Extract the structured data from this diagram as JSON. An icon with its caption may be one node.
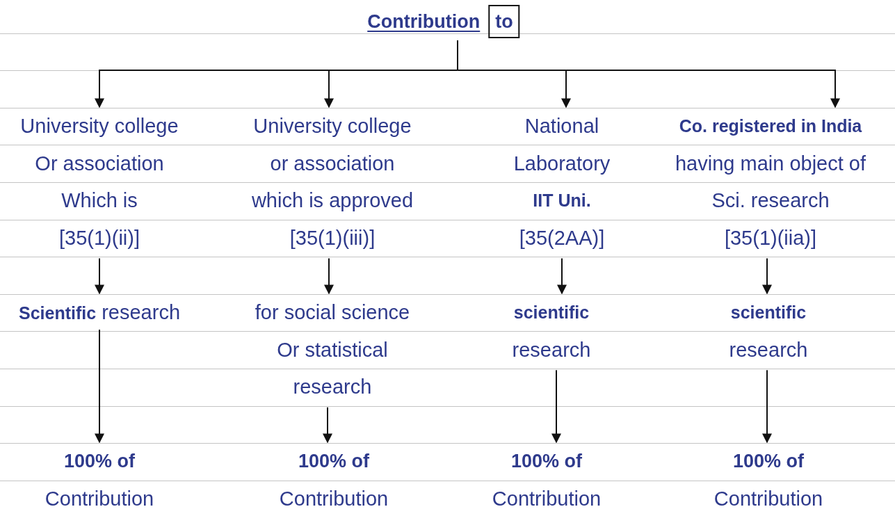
{
  "diagram": {
    "nodes": [
      {
        "text": [
          "Contribution",
          "to"
        ]
      },
      {
        "text": [
          "University college",
          "Or association",
          "Which is",
          "[35(1)(ii)]"
        ]
      },
      {
        "text": [
          "University college",
          "or association",
          "which is approved",
          "[35(1)(iii)]"
        ]
      },
      {
        "text": [
          "National",
          "Laboratory",
          "IIT Uni.",
          "[35(2AA)]"
        ]
      },
      {
        "text": [
          "Co. registered in India",
          "having main object of",
          "Sci. research",
          "[35(1)(iia)]"
        ]
      },
      {
        "text": [
          "**Scientific** research"
        ]
      },
      {
        "text": [
          "for social science",
          "Or statistical",
          "research"
        ]
      },
      {
        "text": [
          "scientific",
          "research"
        ]
      },
      {
        "text": [
          "scientific",
          "research"
        ]
      },
      {
        "text": [
          "100% of",
          "Contribution"
        ]
      },
      {
        "text": [
          "100% of",
          "Contribution"
        ]
      },
      {
        "text": [
          "100% of",
          "Contribution"
        ]
      },
      {
        "text": [
          "100% of",
          "Contribution"
        ]
      }
    ],
    "edges": [
      {
        "from": 0,
        "to": 1,
        "arrow": "to"
      },
      {
        "from": 0,
        "to": 2,
        "arrow": "to"
      },
      {
        "from": 0,
        "to": 3,
        "arrow": "to"
      },
      {
        "from": 0,
        "to": 4,
        "arrow": "to"
      },
      {
        "from": 1,
        "to": 5,
        "arrow": "to"
      },
      {
        "from": 2,
        "to": 6,
        "arrow": "to"
      },
      {
        "from": 3,
        "to": 7,
        "arrow": "to"
      },
      {
        "from": 4,
        "to": 8,
        "arrow": "to"
      },
      {
        "from": 5,
        "to": 9,
        "arrow": "to"
      },
      {
        "from": 6,
        "to": 10,
        "arrow": "to"
      },
      {
        "from": 7,
        "to": 11,
        "arrow": "to"
      },
      {
        "from": 8,
        "to": 12,
        "arrow": "to"
      }
    ]
  }
}
